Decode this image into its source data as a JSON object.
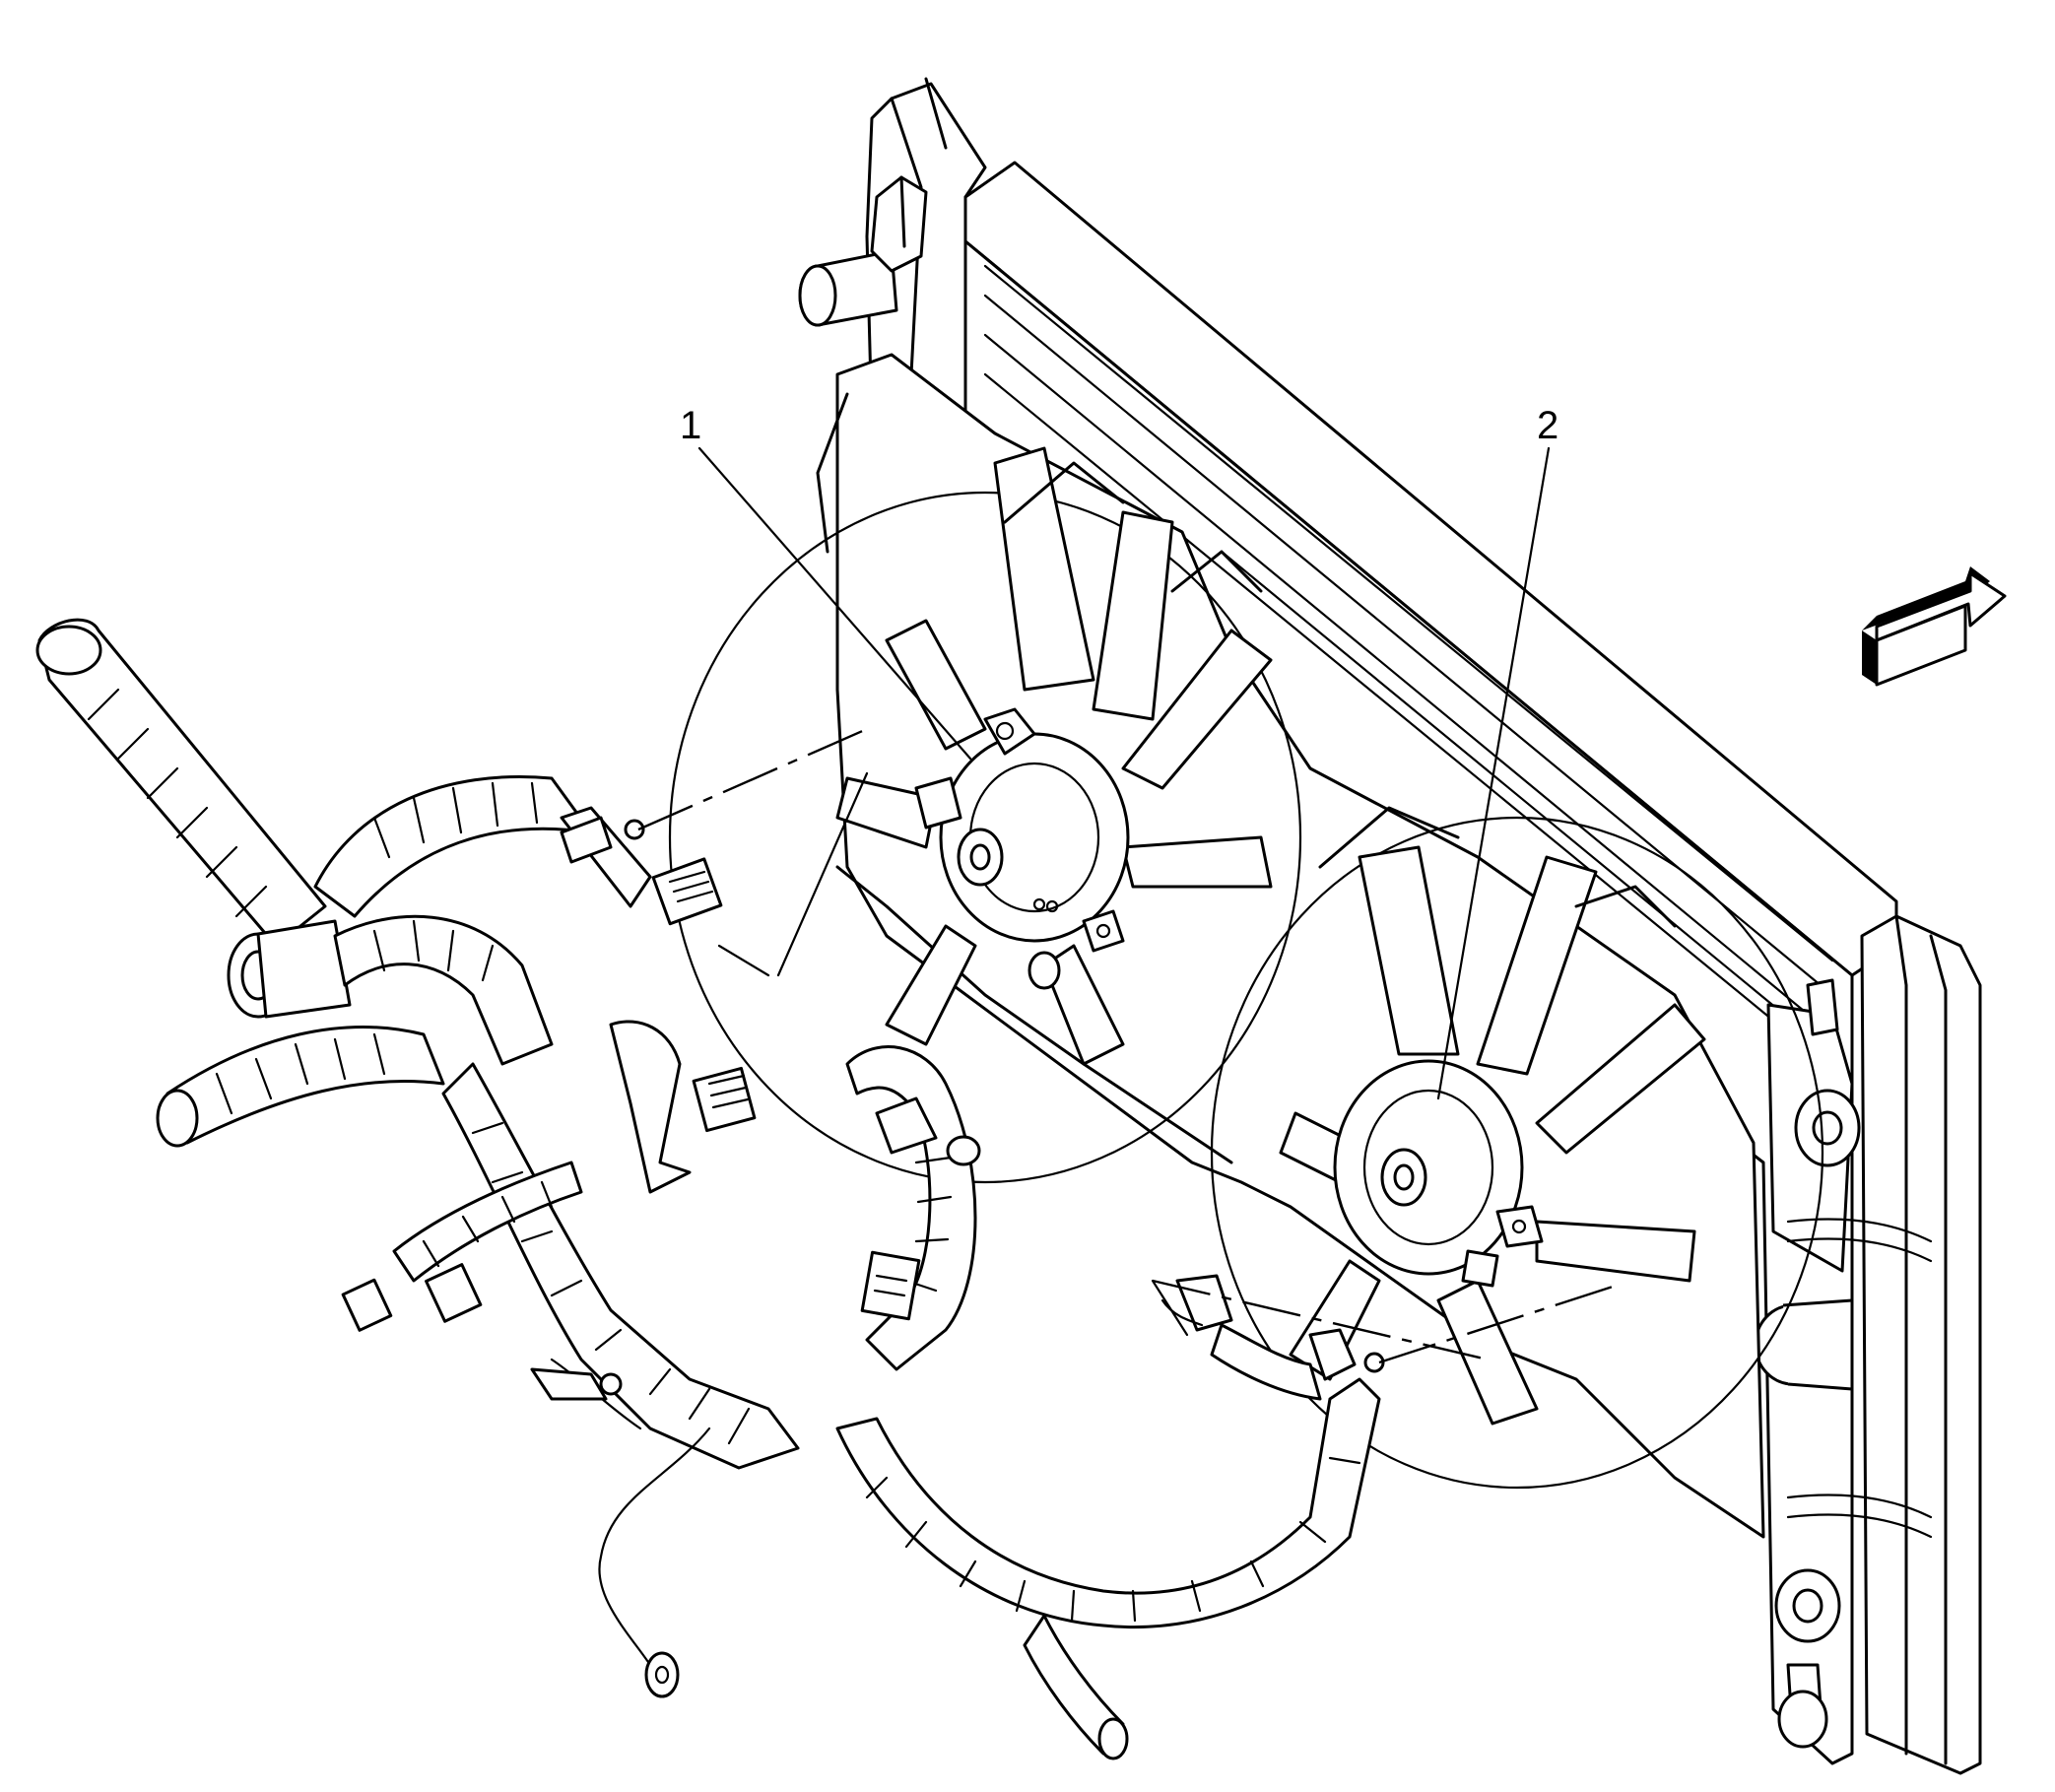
{
  "callouts": [
    {
      "id": "1",
      "label": "1"
    },
    {
      "id": "2",
      "label": "2"
    }
  ],
  "icons": {
    "direction_arrow": "direction-arrow-icon"
  }
}
